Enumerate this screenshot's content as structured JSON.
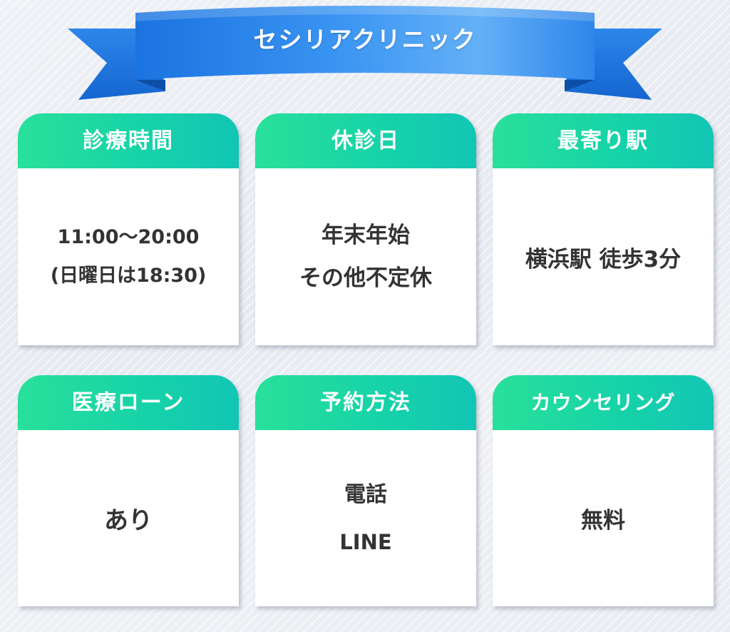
{
  "header": {
    "title": "セシリアクリニック"
  },
  "cards": [
    {
      "heading": "診療時間",
      "lines": [
        "11:00〜20:00",
        "(日曜日は18:30)"
      ]
    },
    {
      "heading": "休診日",
      "lines": [
        "年末年始",
        "その他不定休"
      ]
    },
    {
      "heading": "最寄り駅",
      "lines": [
        "横浜駅 徒歩3分"
      ]
    },
    {
      "heading": "医療ローン",
      "lines": [
        "あり"
      ]
    },
    {
      "heading": "予約方法",
      "lines": [
        "電話",
        "LINE"
      ]
    },
    {
      "heading": "カウンセリング",
      "lines": [
        "無料"
      ]
    }
  ],
  "colors": {
    "ribbon_blue": "#2a86e8",
    "card_header_green": "#1fd8a2",
    "text": "#333333"
  }
}
